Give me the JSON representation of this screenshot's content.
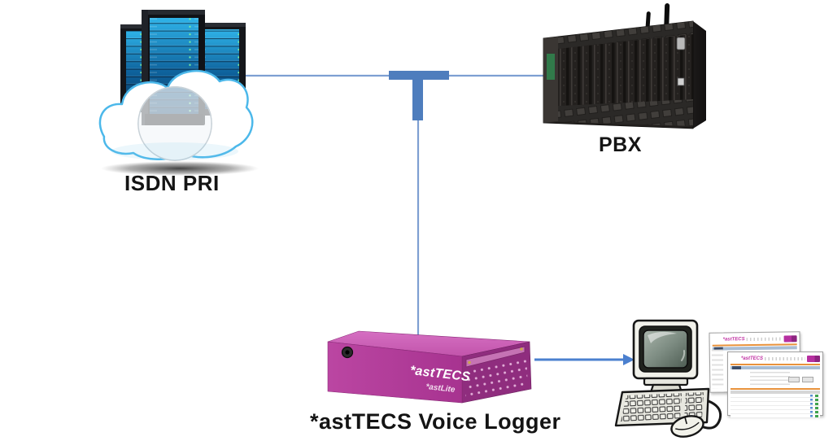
{
  "labels": {
    "isdn_pri": "ISDN PRI",
    "pbx": "PBX",
    "voice_logger": "*astTECS Voice Logger"
  },
  "logger_device": {
    "brand": "*astTECS",
    "model": "*astLite",
    "body_color": "#b23a97"
  },
  "report_pages": {
    "logo": "*astTECS",
    "accent_rule_color": "#e8923c",
    "logo_color": "#c02fa2"
  },
  "connections": {
    "line_color": "#7e9fd2",
    "junction_color": "#4e7dbd",
    "arrow_color": "#4b80cf",
    "links": [
      {
        "from": "ISDN PRI",
        "to": "PBX"
      },
      {
        "from": "junction",
        "to": "*astTECS Voice Logger"
      },
      {
        "from": "*astTECS Voice Logger",
        "to": "monitoring PC"
      }
    ]
  }
}
